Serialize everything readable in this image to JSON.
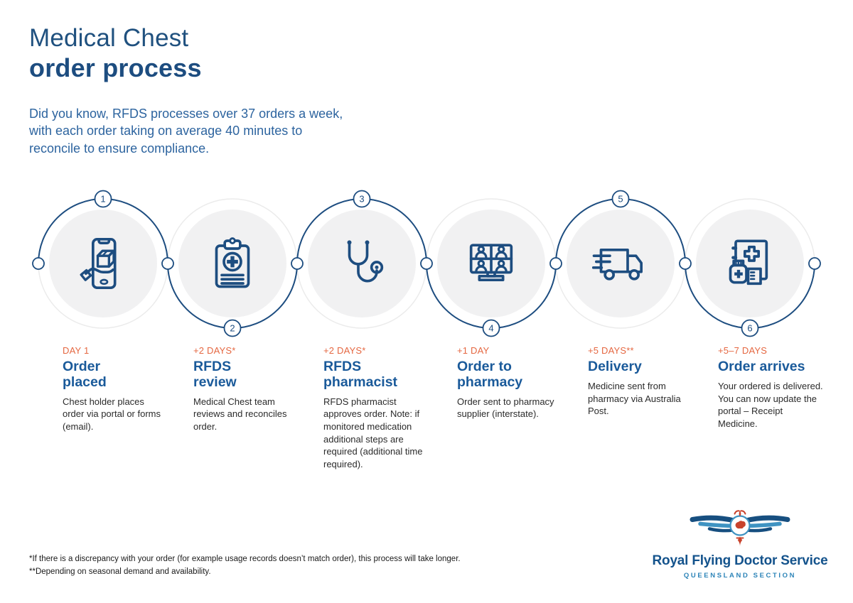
{
  "header": {
    "title_line1": "Medical Chest",
    "title_line2": "order process",
    "intro": "Did you know, RFDS processes over 37 orders a week, with each order taking on average 40 minutes to reconcile to ensure compliance."
  },
  "steps": [
    {
      "number": "1",
      "timing": "DAY 1",
      "title": "Order\nplaced",
      "description": "Chest holder places order via portal or forms (email).",
      "icon": "phone-order-icon"
    },
    {
      "number": "2",
      "timing": "+2 DAYS*",
      "title": "RFDS\nreview",
      "description": "Medical Chest team reviews and reconciles order.",
      "icon": "clipboard-review-icon"
    },
    {
      "number": "3",
      "timing": "+2 DAYS*",
      "title": "RFDS\npharmacist",
      "description": "RFDS pharmacist approves order. Note: if monitored medication additional steps are required (additional time required).",
      "icon": "stethoscope-icon"
    },
    {
      "number": "4",
      "timing": "+1 DAY",
      "title": "Order to\npharmacy",
      "description": "Order sent to pharmacy supplier (interstate).",
      "icon": "video-call-icon"
    },
    {
      "number": "5",
      "timing": "+5 DAYS**",
      "title": "Delivery",
      "description": "Medicine sent from pharmacy via Australia Post.",
      "icon": "delivery-truck-icon"
    },
    {
      "number": "6",
      "timing": "+5–7 DAYS",
      "title": "Order arrives",
      "description": "Your ordered is delivered. You can now update the portal – Receipt Medicine.",
      "icon": "medical-chest-icon"
    }
  ],
  "footnotes": [
    "*If there is a discrepancy with your order (for example usage records doesn’t match order), this process will take longer.",
    "**Depending on seasonal demand and availability."
  ],
  "logo": {
    "name": "Royal Flying Doctor Service",
    "section": "QUEENSLAND SECTION"
  },
  "colors": {
    "navy_line": "#1d4d80",
    "title_blue": "#20517f",
    "heading_blue": "#1a5a9a",
    "intro_blue": "#2d649f",
    "accent_orange": "#e56741",
    "logo_red": "#c8432c",
    "logo_light_blue": "#3f93c2",
    "circle_fill_gray": "#f1f1f2",
    "ring_gray": "#ebebeb"
  }
}
